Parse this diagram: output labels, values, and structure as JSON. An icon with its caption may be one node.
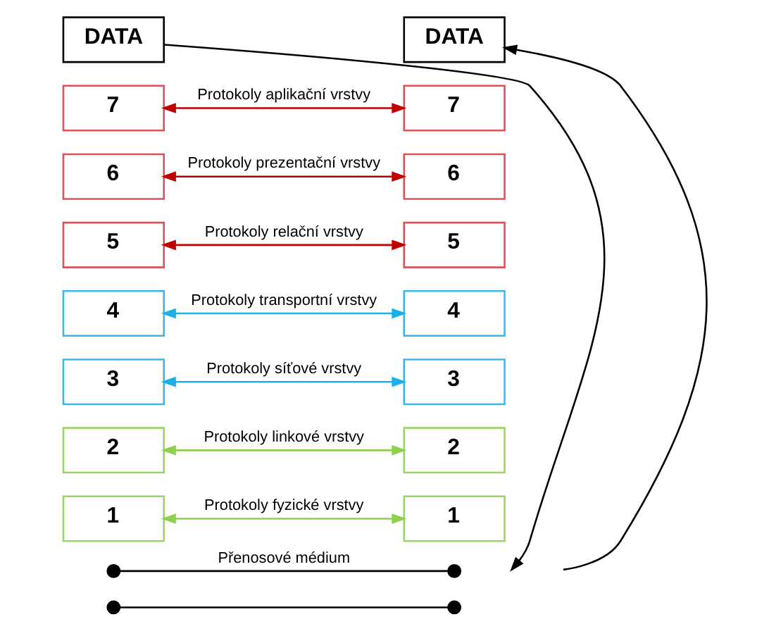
{
  "diagram": {
    "nodes": [
      {
        "text": [
          "DATA"
        ]
      },
      {
        "text": [
          "DATA"
        ]
      },
      {
        "text": [
          "7"
        ]
      },
      {
        "text": [
          "7"
        ]
      },
      {
        "text": [
          "6"
        ]
      },
      {
        "text": [
          "6"
        ]
      },
      {
        "text": [
          "5"
        ]
      },
      {
        "text": [
          "5"
        ]
      },
      {
        "text": [
          "4"
        ]
      },
      {
        "text": [
          "4"
        ]
      },
      {
        "text": [
          "3"
        ]
      },
      {
        "text": [
          "3"
        ]
      },
      {
        "text": [
          "2"
        ]
      },
      {
        "text": [
          "2"
        ]
      },
      {
        "text": [
          "1"
        ]
      },
      {
        "text": [
          "1"
        ]
      },
      {
        "text": [],
        "shape": "circle"
      },
      {
        "text": [],
        "shape": "circle"
      },
      {
        "text": [],
        "shape": "circle"
      },
      {
        "text": [],
        "shape": "circle"
      }
    ],
    "edges": [
      {
        "from": 2,
        "to": 3,
        "arrow": "both",
        "label": "Protokoly aplikační vrstvy",
        "color": "#c00000"
      },
      {
        "from": 4,
        "to": 5,
        "arrow": "both",
        "label": "Protokoly prezentační vrstvy",
        "color": "#c00000"
      },
      {
        "from": 6,
        "to": 7,
        "arrow": "both",
        "label": "Protokoly relační vrstvy",
        "color": "#c00000"
      },
      {
        "from": 8,
        "to": 9,
        "arrow": "both",
        "label": "Protokoly transportní vrstvy",
        "color": "#1ab0e8"
      },
      {
        "from": 10,
        "to": 11,
        "arrow": "both",
        "label": "Protokoly síťové vrstvy",
        "color": "#1ab0e8"
      },
      {
        "from": 12,
        "to": 13,
        "arrow": "both",
        "label": "Protokoly linkové vrstvy",
        "color": "#8fd14f"
      },
      {
        "from": 14,
        "to": 15,
        "arrow": "both",
        "label": "Protokoly fyzické vrstvy",
        "color": "#8fd14f"
      },
      {
        "from": 16,
        "to": 17,
        "arrow": "none",
        "label": "Přenosové médium"
      },
      {
        "from": 18,
        "to": 19,
        "arrow": "none"
      },
      {
        "from": 0,
        "to": null,
        "arrow": "to"
      },
      {
        "from": null,
        "to": 1,
        "arrow": "to"
      }
    ]
  }
}
